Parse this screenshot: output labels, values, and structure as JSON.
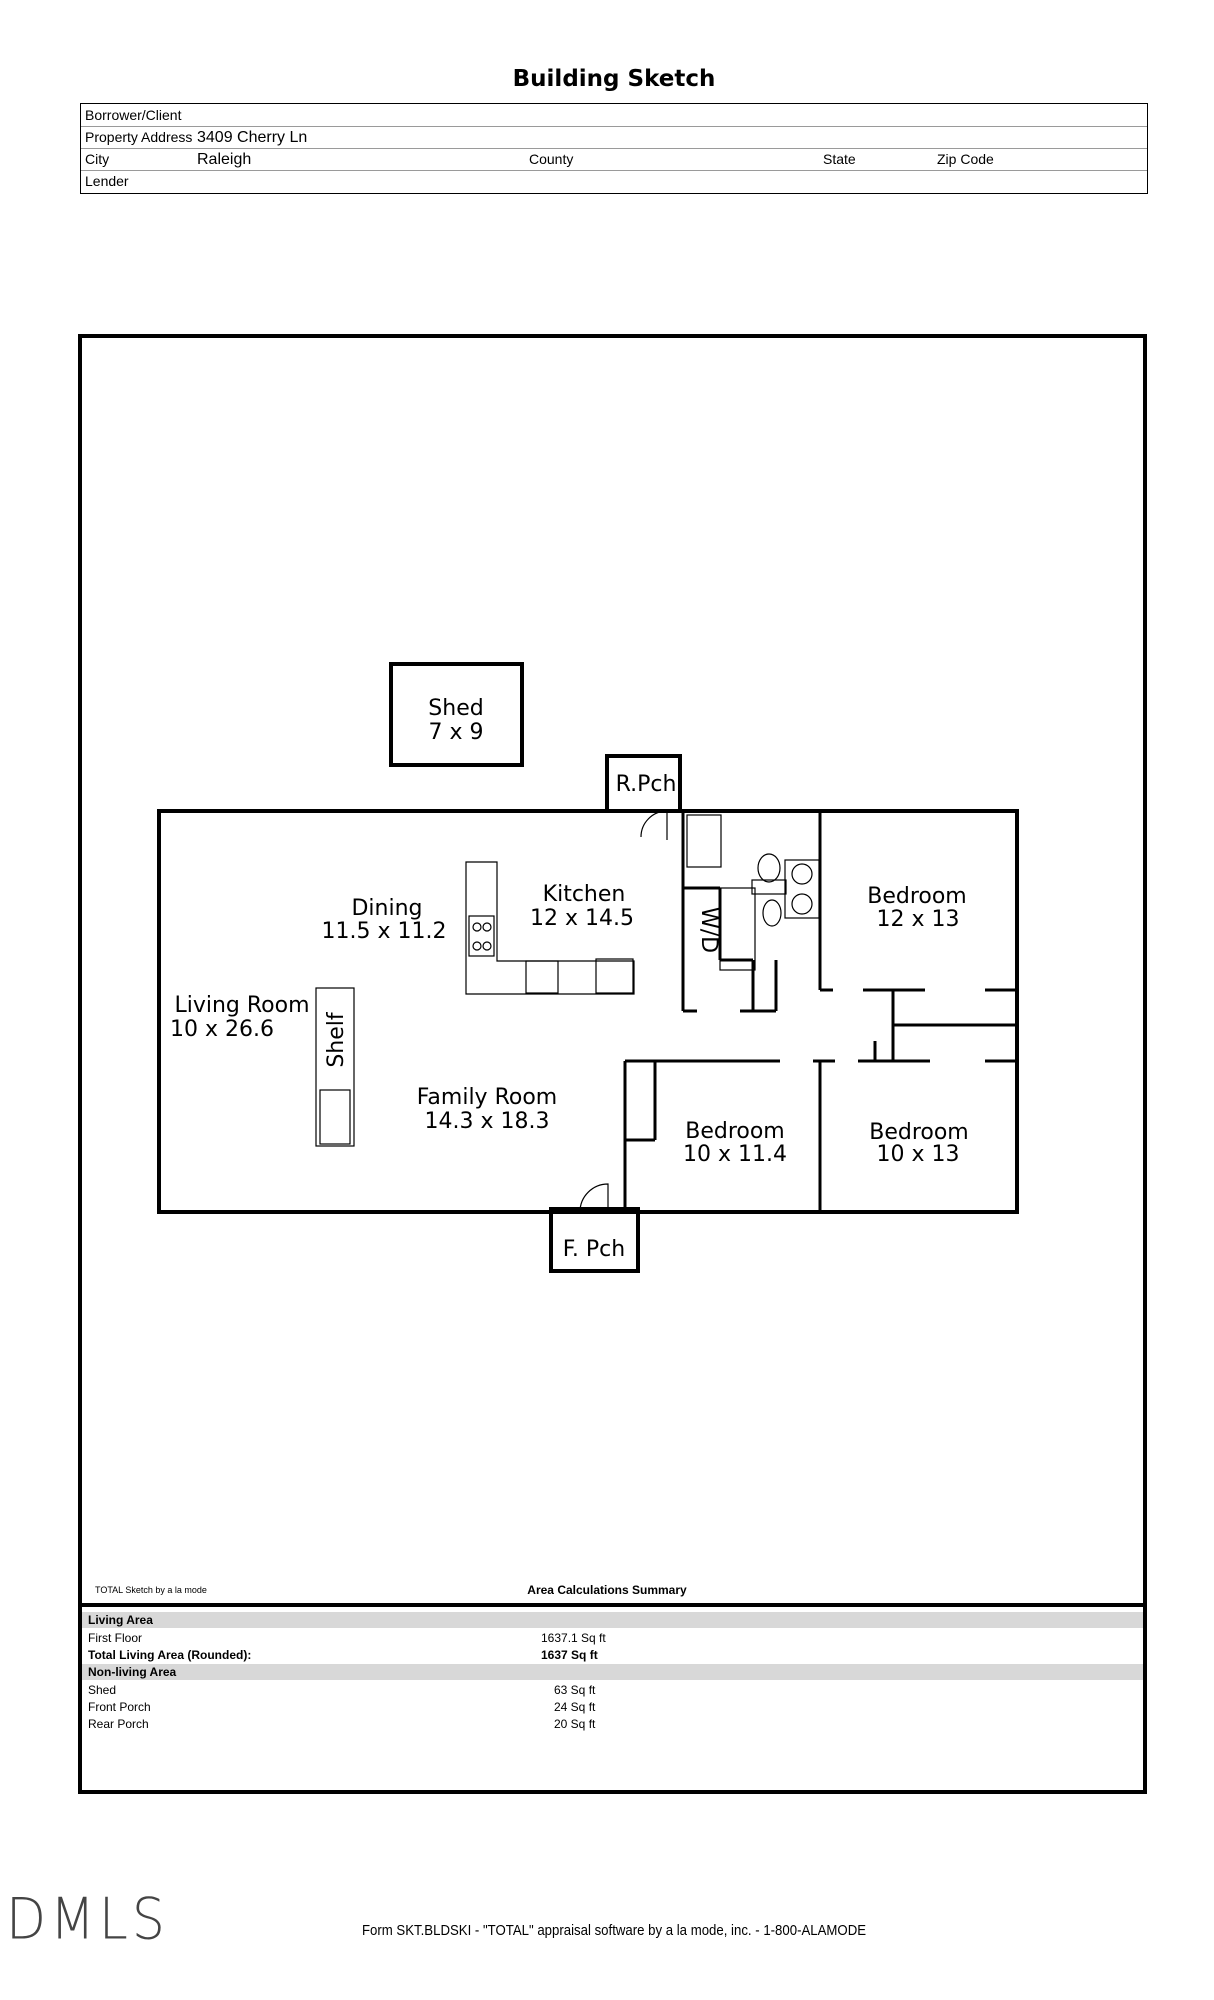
{
  "header": {
    "title": "Building Sketch"
  },
  "info": {
    "borrower_label": "Borrower/Client",
    "address_label": "Property Address",
    "address_value": "3409 Cherry Ln",
    "city_label": "City",
    "city_value": "Raleigh",
    "county_label": "County",
    "state_label": "State",
    "zip_label": "Zip Code",
    "lender_label": "Lender"
  },
  "rooms": {
    "shed_name": "Shed",
    "shed_dim": "7 x 9",
    "rear_porch": "R.Pch",
    "front_porch": "F. Pch",
    "dining_name": "Dining",
    "dining_dim": "11.5 x 11.2",
    "kitchen_name": "Kitchen",
    "kitchen_dim": "12 x 14.5",
    "wd": "W/D",
    "bed1_name": "Bedroom",
    "bed1_dim": "12 x 13",
    "living_name": "Living Room",
    "living_dim": "10 x 26.6",
    "shelf": "Shelf",
    "family_name": "Family Room",
    "family_dim": "14.3 x 18.3",
    "bed2_name": "Bedroom",
    "bed2_dim": "10 x 11.4",
    "bed3_name": "Bedroom",
    "bed3_dim": "10 x 13"
  },
  "summary": {
    "credit": "TOTAL Sketch by a la mode",
    "title": "Area Calculations Summary",
    "living_header": "Living Area",
    "first_floor_label": "First Floor",
    "first_floor_value": "1637.1 Sq ft",
    "total_label": "Total Living Area (Rounded):",
    "total_value": "1637 Sq ft",
    "nonliving_header": "Non-living Area",
    "items": [
      {
        "label": "Shed",
        "value": "63 Sq ft"
      },
      {
        "label": "Front Porch",
        "value": "24 Sq ft"
      },
      {
        "label": "Rear Porch",
        "value": "20 Sq ft"
      }
    ]
  },
  "footer": {
    "logo": "DMLS",
    "form_text": "Form SKT.BLDSKI - \"TOTAL\" appraisal software by a la mode, inc. - 1-800-ALAMODE"
  }
}
